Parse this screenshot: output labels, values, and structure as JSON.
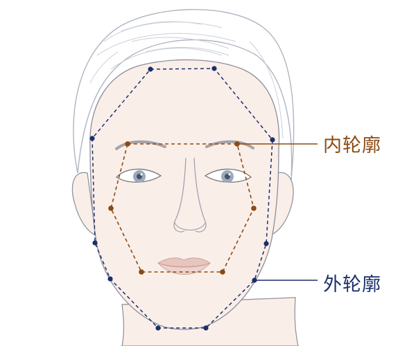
{
  "labels": {
    "inner_contour": "内轮廓",
    "outer_contour": "外轮廓"
  },
  "colors": {
    "inner": "#8B4A12",
    "outer": "#1B2F6B",
    "skin": "#FAEEE9",
    "skin_shadow": "#F3E1DA",
    "hair_line": "#C9CED8",
    "face_line": "#8A8E98",
    "eye_iris": "#9AA9BE",
    "lips": "#E8C5BE"
  },
  "icons": [
    "face-illustration",
    "dot-marker"
  ]
}
